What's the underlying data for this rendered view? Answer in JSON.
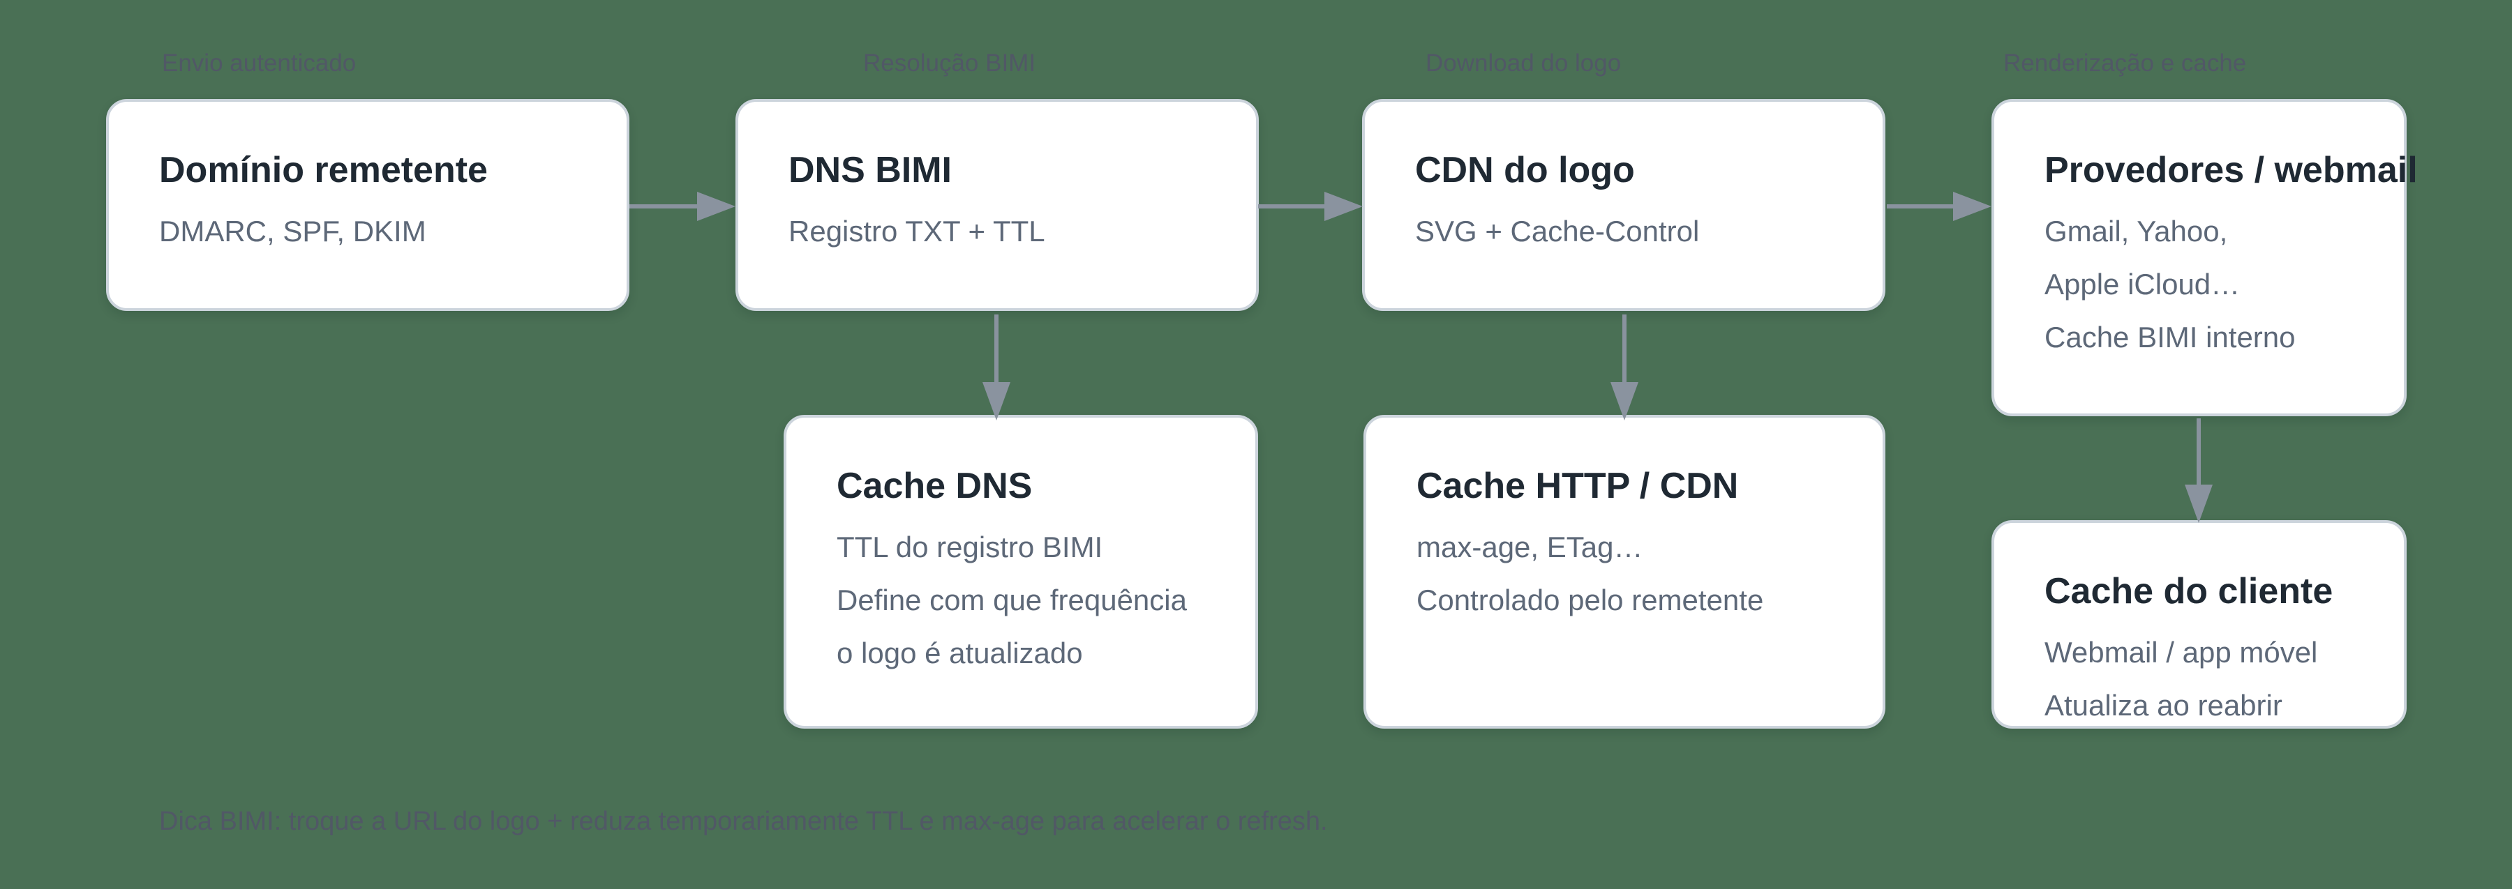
{
  "stage_labels": [
    {
      "label": "Envio autenticado"
    },
    {
      "label": "Resolução BIMI"
    },
    {
      "label": "Download do logo"
    },
    {
      "label": "Renderização e cache"
    }
  ],
  "nodes": {
    "dominio_remetente": {
      "title": "Domínio remetente",
      "lines": [
        "DMARC, SPF, DKIM"
      ]
    },
    "dns_bimi": {
      "title": "DNS BIMI",
      "lines": [
        "Registro TXT + TTL"
      ]
    },
    "cdn_logo": {
      "title": "CDN do logo",
      "lines": [
        "SVG + Cache-Control"
      ]
    },
    "provedores_webmail": {
      "title": "Provedores / webmail",
      "lines": [
        "Gmail, Yahoo,",
        "Apple iCloud…",
        "Cache BIMI interno"
      ]
    },
    "cache_dns": {
      "title": "Cache DNS",
      "lines": [
        "TTL do registro BIMI",
        "Define com que frequência",
        "o logo é atualizado"
      ]
    },
    "cache_http_cdn": {
      "title": "Cache HTTP / CDN",
      "lines": [
        "max-age, ETag…",
        "Controlado pelo remetente"
      ]
    },
    "cache_cliente": {
      "title": "Cache do cliente",
      "lines": [
        "Webmail / app móvel",
        "Atualiza ao reabrir"
      ]
    }
  },
  "caption": "Dica BIMI: troque a URL do logo + reduza temporariamente TTL e max-age para acelerar o refresh.",
  "colors": {
    "background": "#4a7055",
    "card_background": "#ffffff",
    "card_border": "#ccd4dc",
    "title_text": "#1f2933",
    "body_text": "#5d6878",
    "muted_text": "#515866",
    "arrow": "#8a939f"
  }
}
